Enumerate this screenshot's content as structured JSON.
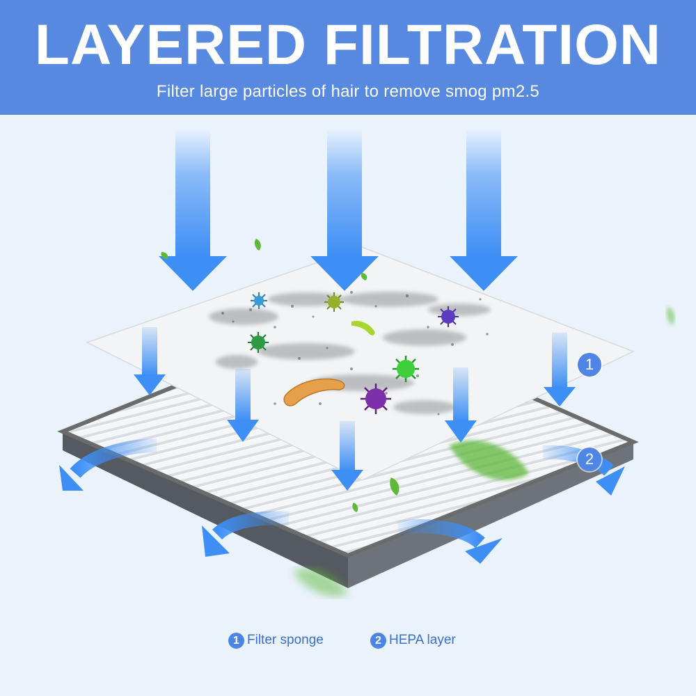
{
  "header": {
    "title": "LAYERED FILTRATION",
    "subtitle": "Filter large particles of hair to remove smog pm2.5"
  },
  "layers": [
    {
      "number": "1",
      "label": "Filter sponge"
    },
    {
      "number": "2",
      "label": "HEPA layer"
    }
  ],
  "colors": {
    "header_bg": "#5789e0",
    "arrow_blue": "#3d8ef5",
    "badge_blue": "#4f86e6",
    "frame_grey": "#6b6b6b",
    "leaf_green": "#5fb83a"
  },
  "icons": [
    "airflow-arrow-icon",
    "virus-icon",
    "leaf-icon",
    "curved-arrow-icon"
  ]
}
